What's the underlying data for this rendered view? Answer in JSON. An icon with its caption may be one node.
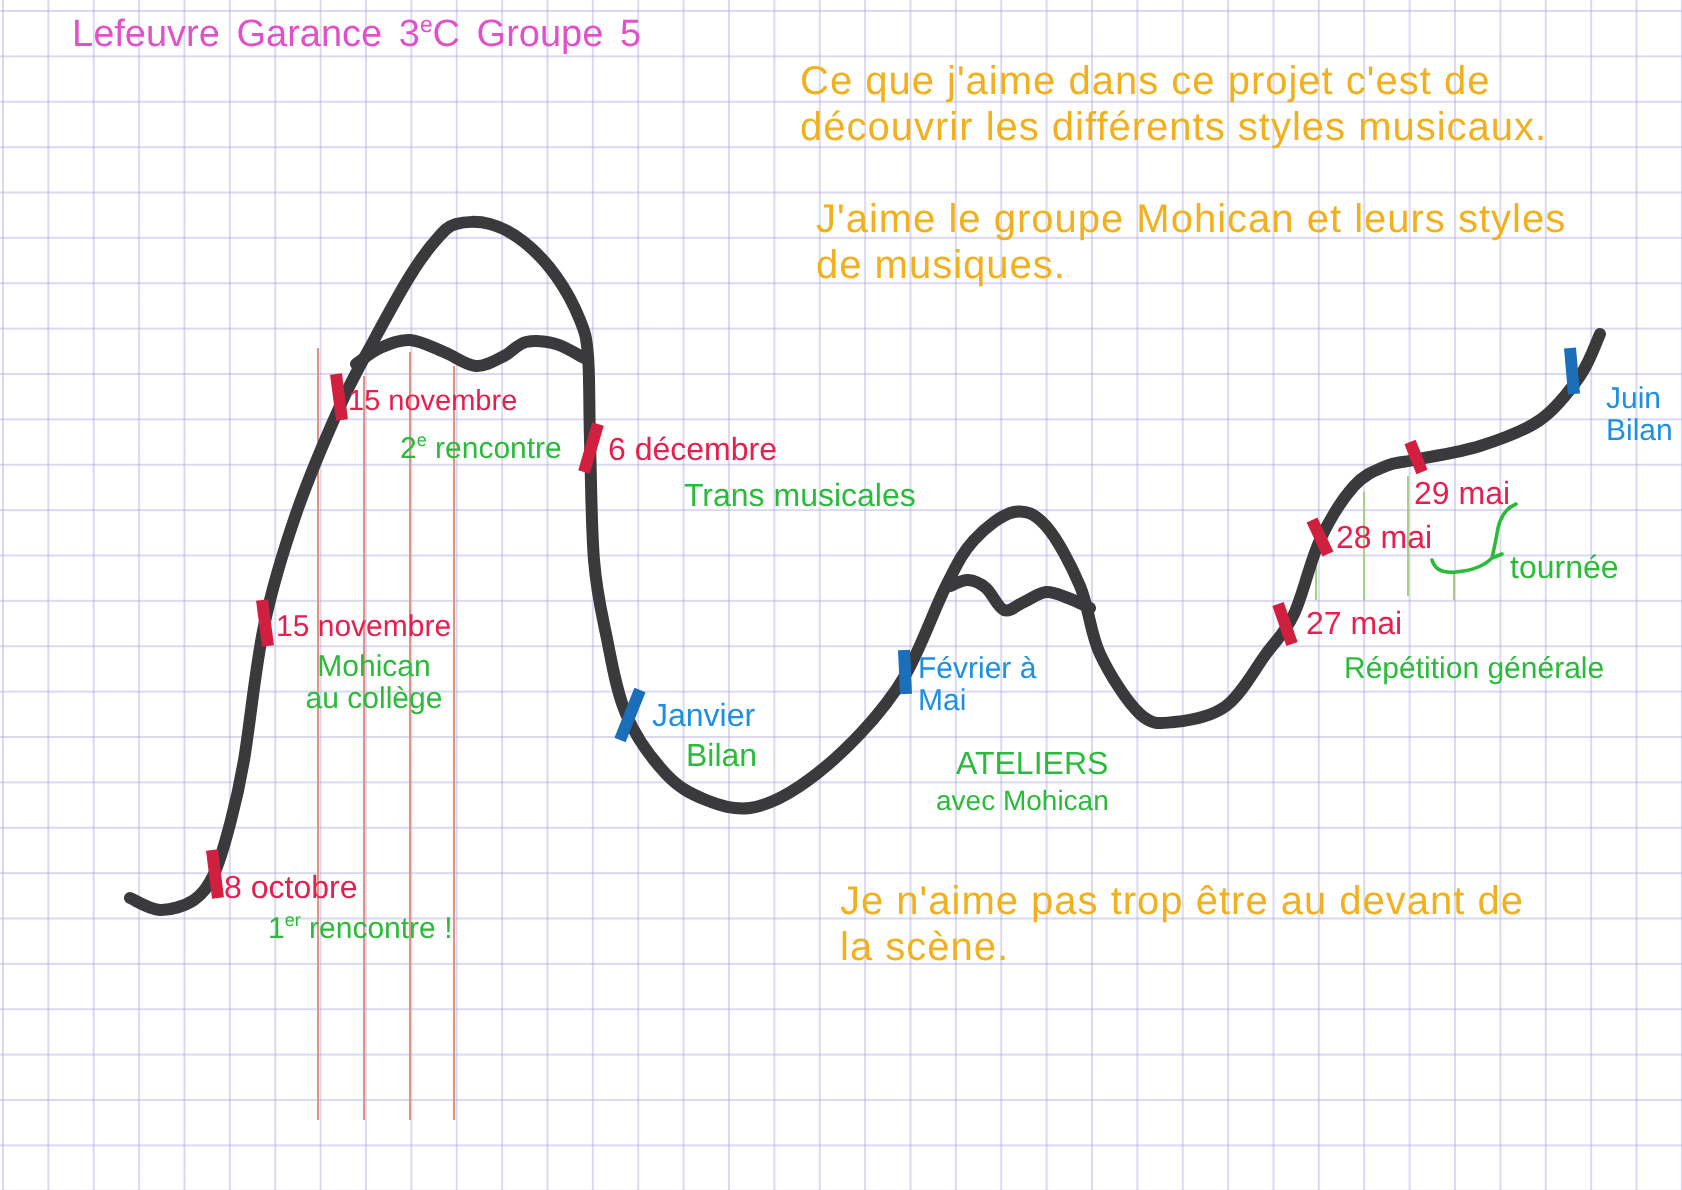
{
  "diagram": {
    "title": "Lefeuvre Garance 3$^{e}$C Groupe 5",
    "labels": [
      "Ce que j'aime dans ce projet c'est de découvrir les différents styles musicaux.",
      "J'aime le groupe Mohican et leurs styles de musiques.",
      "8 octobre",
      "1$^{er}$ rencontre !",
      "15 novembre",
      "Mohican au collège",
      "15 novembre",
      "2$^{e}$ rencontre",
      "6 décembre",
      "Trans musicales",
      "Janvier",
      "Bilan",
      "Février à Mai",
      "ATELIERS",
      "avec Mohican",
      "27 mai",
      "Répétition générale",
      "28 mai",
      "29 mai",
      "tournée",
      "Juin Bilan",
      "Je n'aime pas trop être au devant de la scène."
    ]
  }
}
